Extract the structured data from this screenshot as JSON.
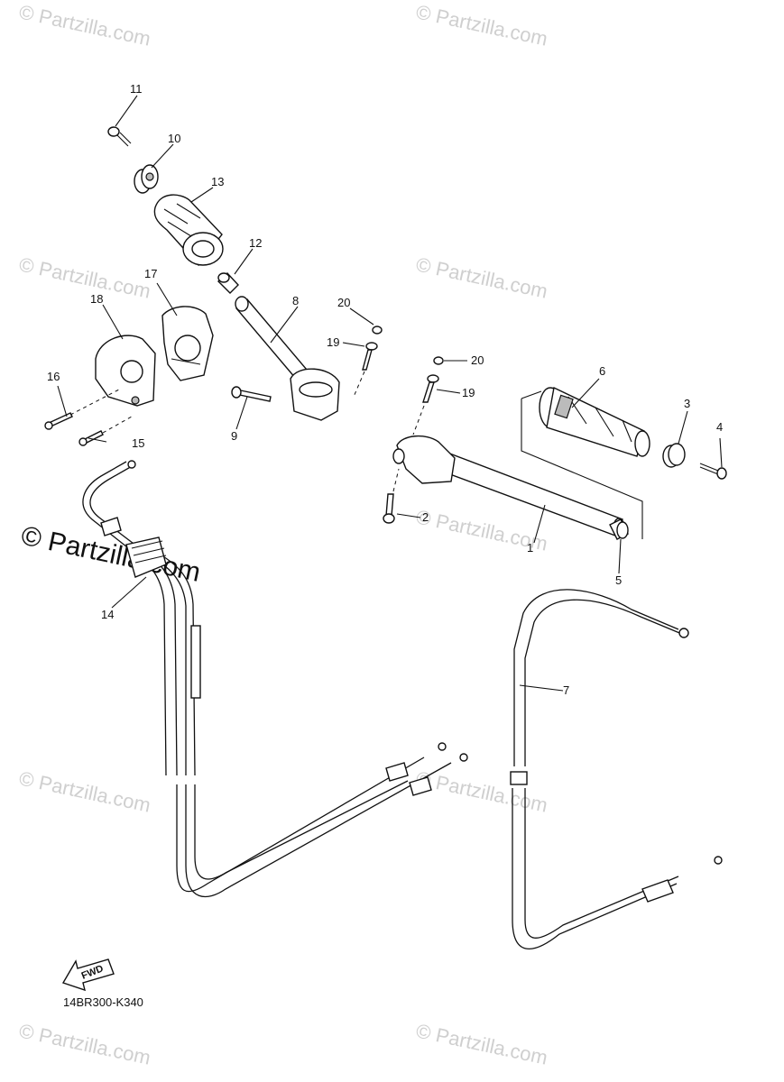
{
  "watermark": {
    "text": "© Partzilla.com",
    "main_text": "© Partzilla.com"
  },
  "diagram_code": "14BR300-K340",
  "fwd_label": "FWD",
  "callouts": {
    "c1": "1",
    "c2": "2",
    "c3": "3",
    "c4": "4",
    "c5": "5",
    "c6": "6",
    "c7": "7",
    "c8": "8",
    "c9": "9",
    "c10": "10",
    "c11": "11",
    "c12": "12",
    "c13": "13",
    "c14": "14",
    "c15": "15",
    "c16": "16",
    "c17": "17",
    "c18": "18",
    "c19a": "19",
    "c19b": "19",
    "c20a": "20",
    "c20b": "20"
  }
}
